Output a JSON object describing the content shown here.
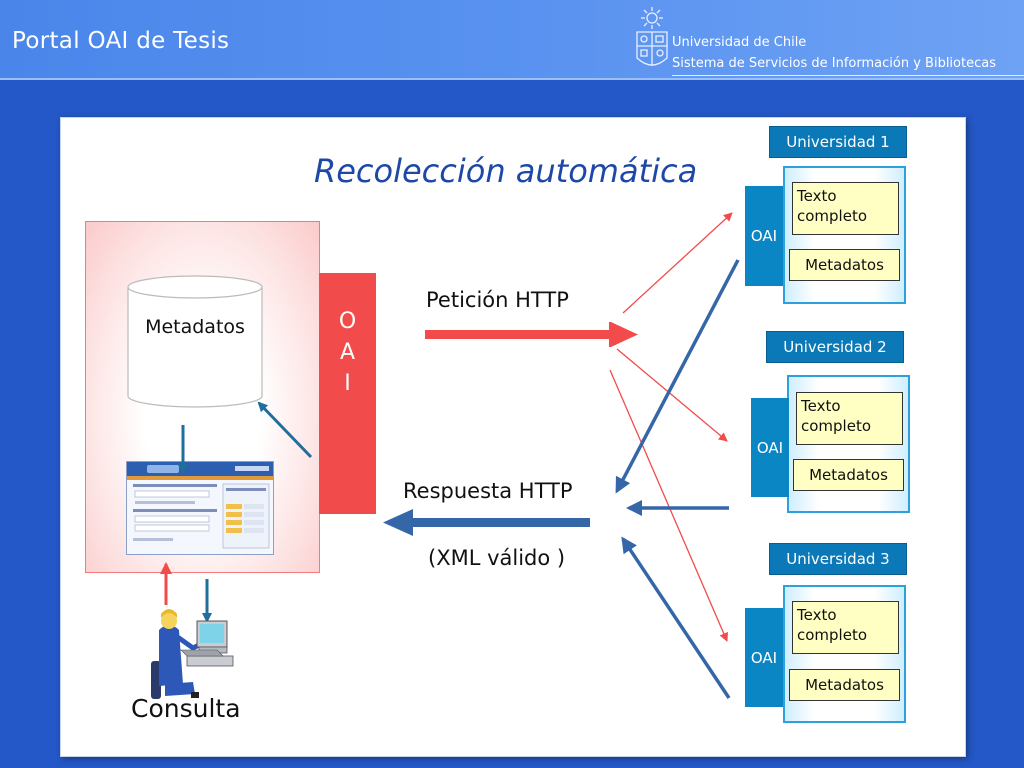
{
  "header": {
    "title": "Portal OAI de Tesis",
    "institution_line1": "Universidad de Chile",
    "institution_line2": "Sistema de Servicios de Información y Bibliotecas",
    "crest_icon": "university-crest-icon"
  },
  "slide": {
    "title": "Recolección automática",
    "portal": {
      "metadata_label": "Metadatos",
      "oai_letters": [
        "O",
        "A",
        "I"
      ],
      "consulta_label": "Consulta"
    },
    "request_label": "Petición HTTP",
    "response_label": "Respuesta HTTP",
    "response_note": "(XML válido )",
    "universities": [
      {
        "name": "Universidad 1",
        "oai": "OAI",
        "fulltext": [
          "Texto",
          "completo"
        ],
        "metadata": "Metadatos"
      },
      {
        "name": "Universidad 2",
        "oai": "OAI",
        "fulltext": [
          "Texto",
          "completo"
        ],
        "metadata": "Metadatos"
      },
      {
        "name": "Universidad 3",
        "oai": "OAI",
        "fulltext": [
          "Texto",
          "completo"
        ],
        "metadata": "Metadatos"
      }
    ]
  },
  "colors": {
    "background": "#2458c8",
    "header": "#5a93f0",
    "title_text": "#1d47a8",
    "oai_bar": "#f24b4b",
    "request_arrow": "#f24b4b",
    "response_arrow": "#3566a8",
    "university_tab": "#0b78b8",
    "text_box": "#ffffc4"
  }
}
